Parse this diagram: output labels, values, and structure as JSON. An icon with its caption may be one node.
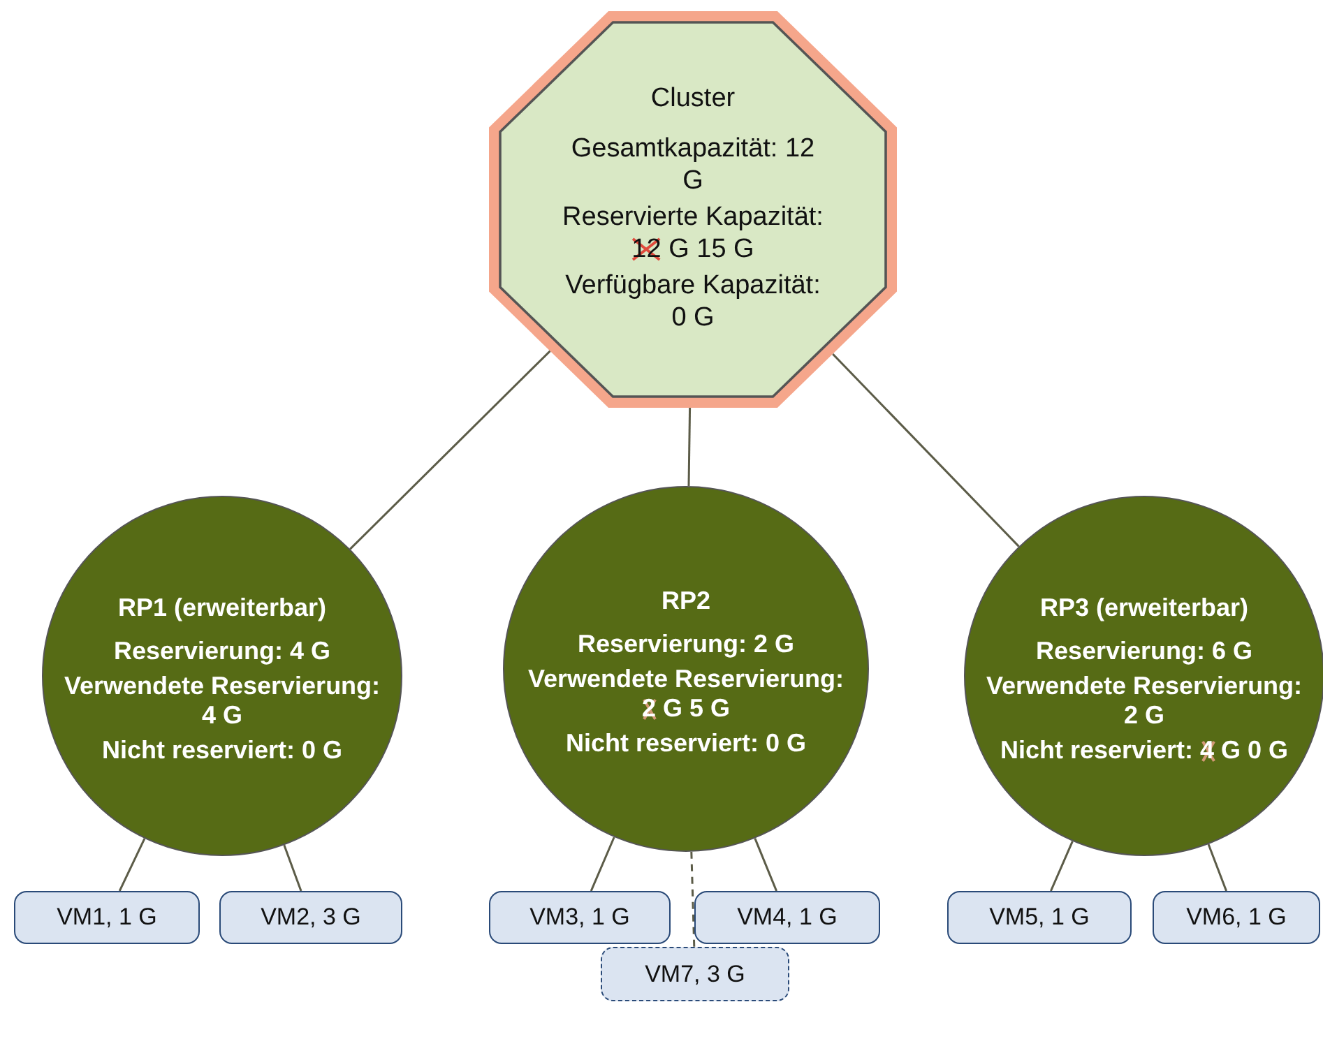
{
  "diagram": {
    "nodes": [
      {
        "text": [
          "Cluster",
          "Gesamtkapazität: 12 G",
          "Reservierte Kapazität: 12 G 15 G",
          "Verfügbare Kapazität: 0 G"
        ]
      },
      {
        "text": [
          "RP1 (erweiterbar)",
          "Reservierung: 4 G",
          "Verwendete Reservierung: 4 G",
          "Nicht reserviert: 0 G"
        ]
      },
      {
        "text": [
          "RP2",
          "Reservierung: 2 G",
          "Verwendete Reservierung: 2 G 5 G",
          "Nicht reserviert: 0 G"
        ]
      },
      {
        "text": [
          "RP3 (erweiterbar)",
          "Reservierung: 6 G",
          "Verwendete Reservierung: 2 G",
          "Nicht reserviert: 4 G 0 G"
        ]
      },
      {
        "text": [
          "VM1, 1 G"
        ]
      },
      {
        "text": [
          "VM2, 3 G"
        ]
      },
      {
        "text": [
          "VM3, 1 G"
        ]
      },
      {
        "text": [
          "VM4, 1 G"
        ]
      },
      {
        "text": [
          "VM5, 1 G"
        ]
      },
      {
        "text": [
          "VM6, 1 G"
        ]
      },
      {
        "text": [
          "VM7, 3 G"
        ]
      }
    ],
    "edges": [
      {
        "from": 0,
        "to": 1,
        "arrow": "none"
      },
      {
        "from": 0,
        "to": 2,
        "arrow": "none"
      },
      {
        "from": 0,
        "to": 3,
        "arrow": "none"
      },
      {
        "from": 1,
        "to": 4,
        "arrow": "none"
      },
      {
        "from": 1,
        "to": 5,
        "arrow": "none"
      },
      {
        "from": 2,
        "to": 6,
        "arrow": "none"
      },
      {
        "from": 2,
        "to": 7,
        "arrow": "none"
      },
      {
        "from": 3,
        "to": 8,
        "arrow": "none"
      },
      {
        "from": 3,
        "to": 9,
        "arrow": "none"
      },
      {
        "from": 2,
        "to": 10,
        "arrow": "none",
        "style": "dashed"
      }
    ]
  }
}
